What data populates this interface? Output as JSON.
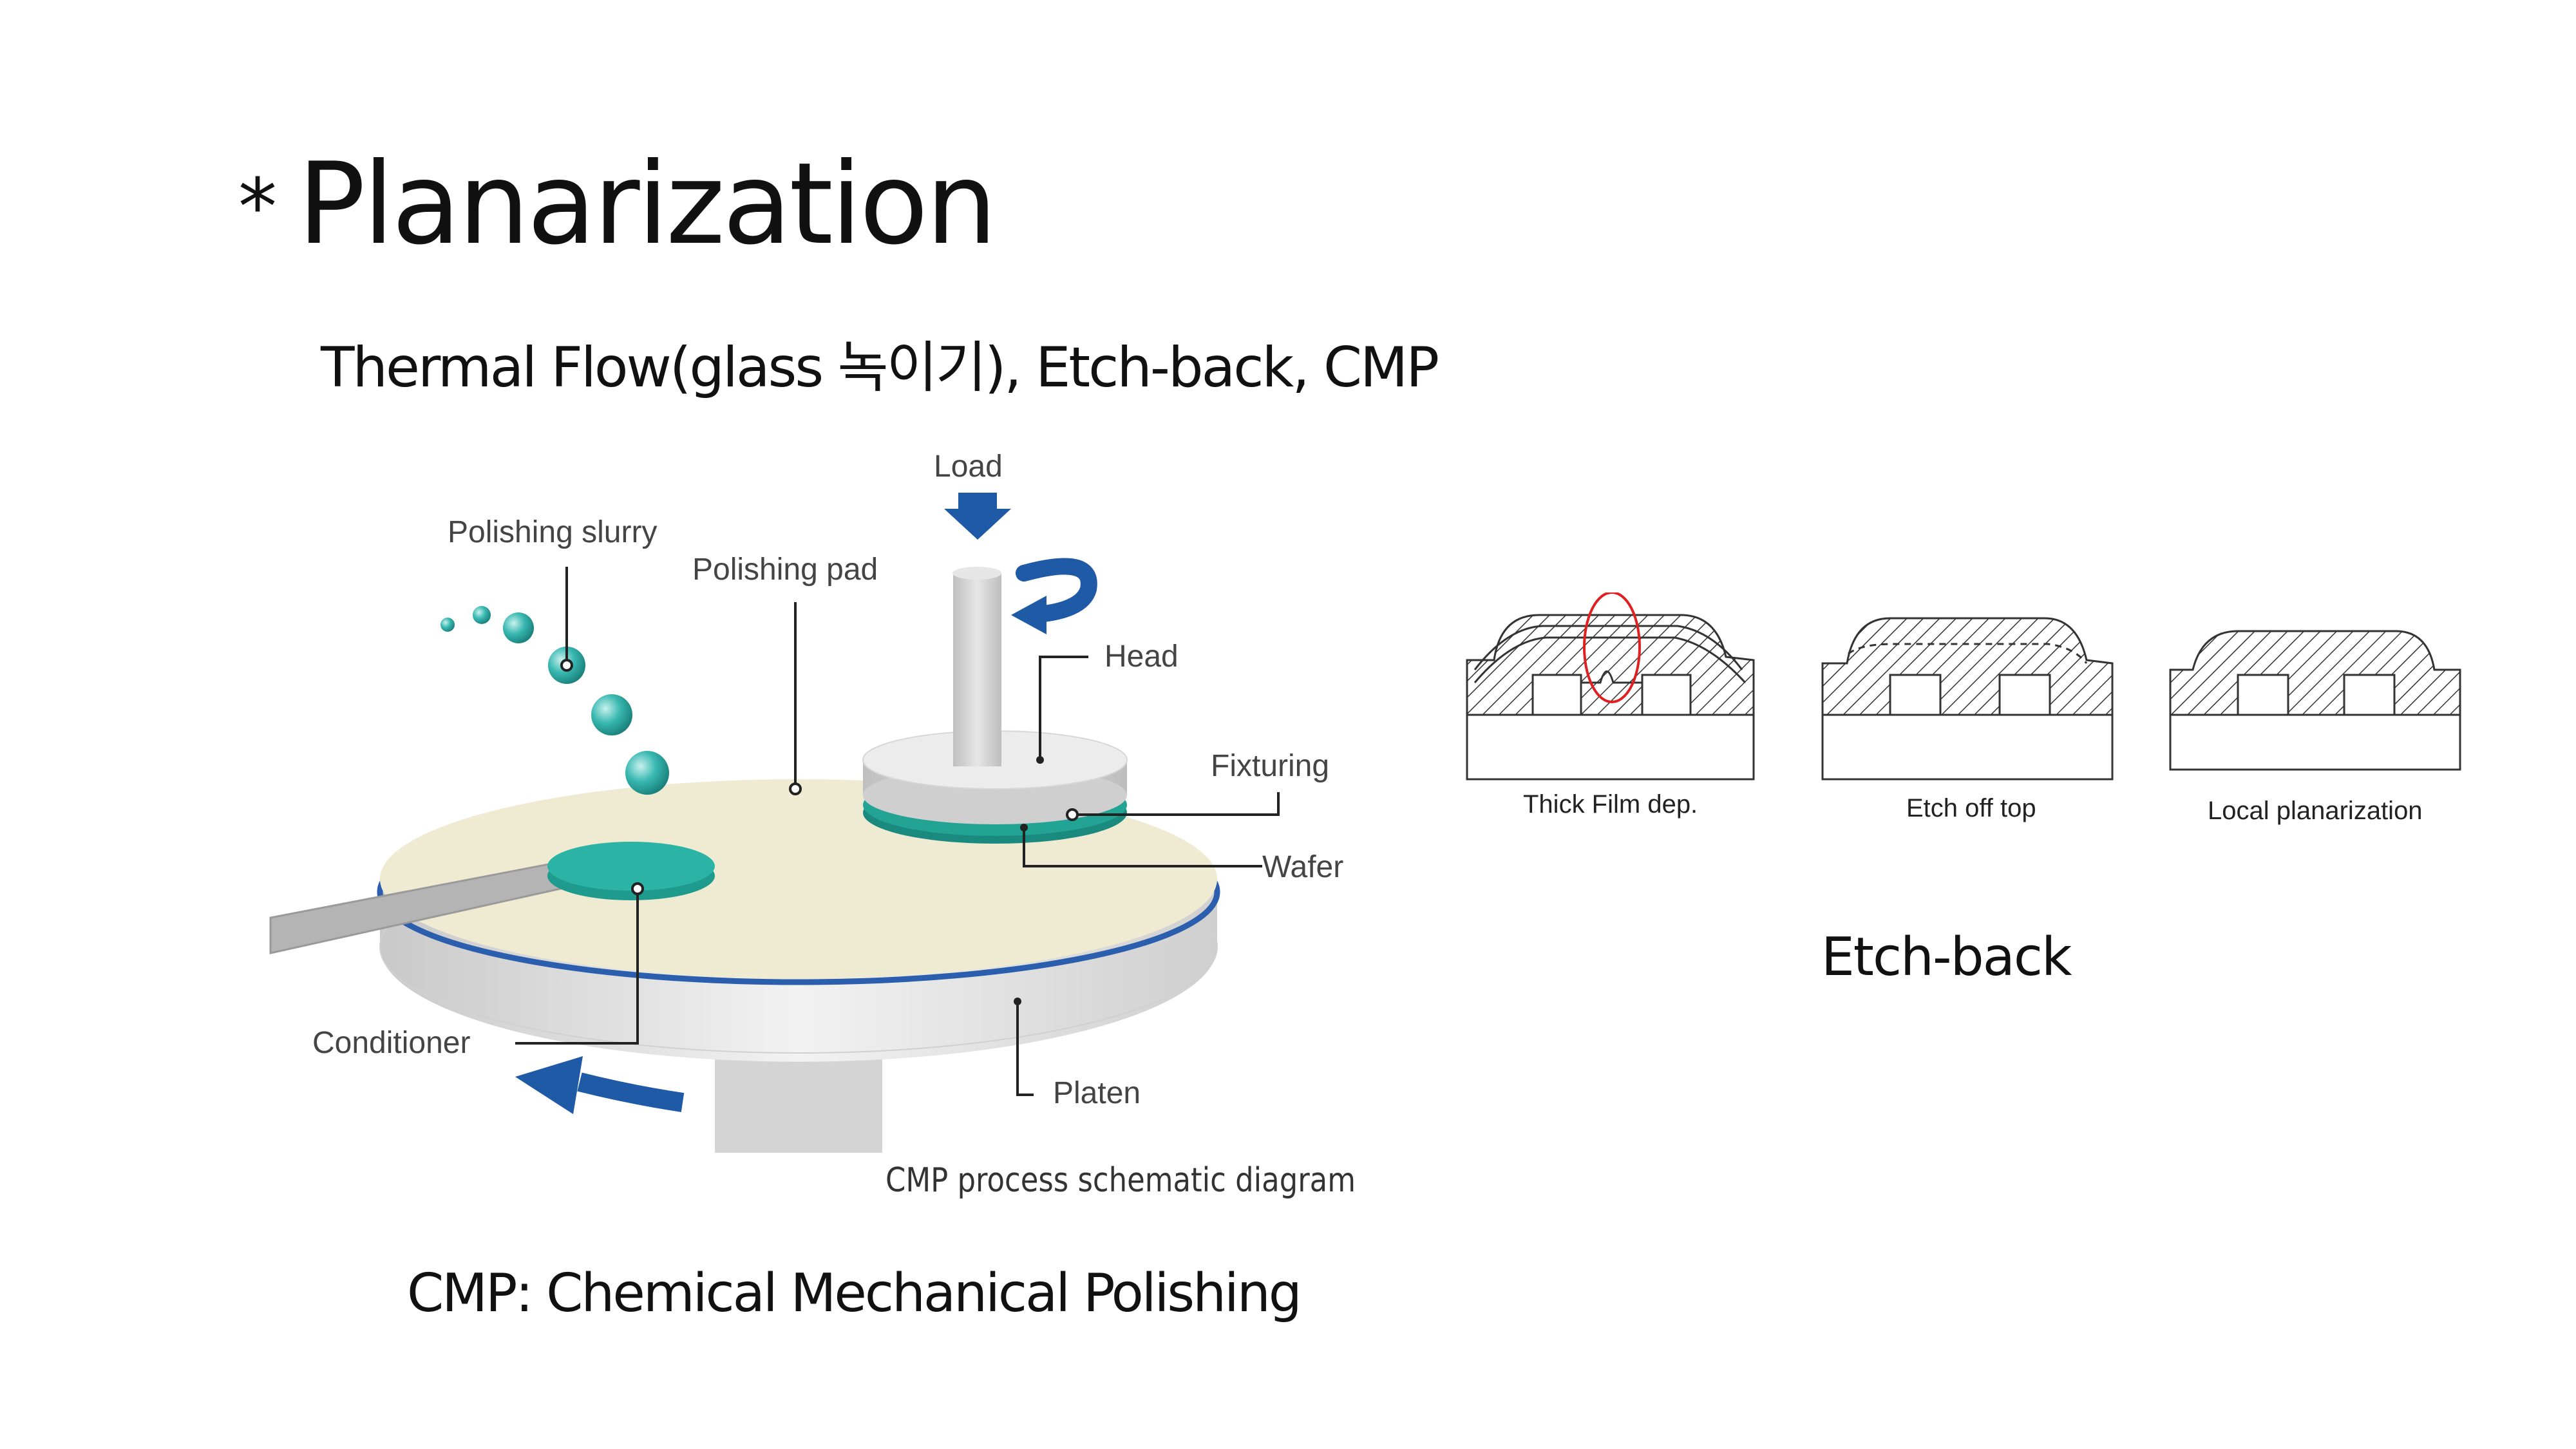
{
  "slide": {
    "bullet": "*",
    "title": "Planarization",
    "subtitle": "Thermal Flow(glass 녹이기), Etch-back, CMP",
    "cmp_definition": "CMP: Chemical Mechanical Polishing",
    "etch_back_caption": "Etch-back"
  },
  "cmp_diagram": {
    "labels": {
      "load": "Load",
      "polishing_slurry": "Polishing slurry",
      "polishing_pad": "Polishing pad",
      "head": "Head",
      "fixturing": "Fixturing",
      "wafer": "Wafer",
      "conditioner": "Conditioner",
      "platen": "Platen"
    },
    "caption": "CMP process schematic diagram",
    "colors": {
      "arrow_blue": "#1f5aa6",
      "wafer_teal": "#1f9b8e",
      "pad_cream": "#efead2",
      "slurry_teal": "#2bb3ad"
    }
  },
  "etch_back_diagram": {
    "panels": [
      {
        "label": "Thick Film dep."
      },
      {
        "label": "Etch off top"
      },
      {
        "label": "Local planarization"
      }
    ],
    "highlight_color": "#e02020"
  }
}
